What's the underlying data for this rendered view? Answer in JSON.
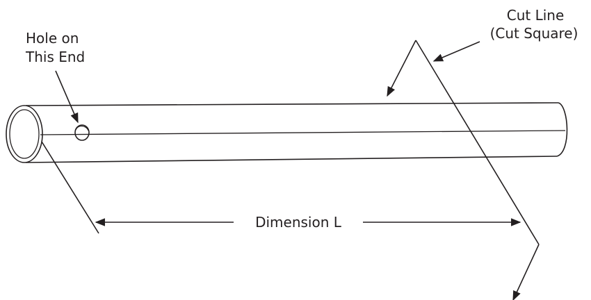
{
  "labels": {
    "cut_line": "Cut Line",
    "cut_square": "(Cut Square)",
    "hole_line1": "Hole on",
    "hole_line2": "This End",
    "dimension": "Dimension L"
  },
  "colors": {
    "ink": "#231f20",
    "background": "#ffffff"
  }
}
